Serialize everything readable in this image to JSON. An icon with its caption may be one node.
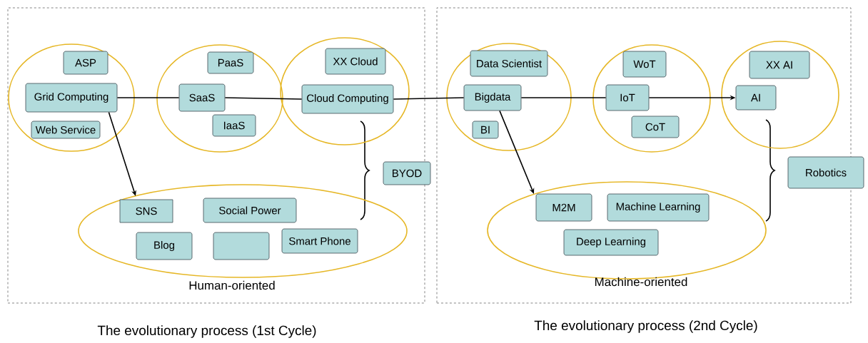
{
  "diagram": {
    "nodes": [
      {
        "text": [
          "The evolutionary process (1st Cycle)"
        ]
      },
      {
        "text": [],
        "shape": "ellipse",
        "in": 0
      },
      {
        "text": [
          "ASP"
        ],
        "in": 1
      },
      {
        "text": [
          "Grid Computing"
        ],
        "in": 1
      },
      {
        "text": [
          "Web Service"
        ],
        "in": 1
      },
      {
        "text": [],
        "shape": "ellipse",
        "in": 0
      },
      {
        "text": [
          "PaaS"
        ],
        "in": 5
      },
      {
        "text": [
          "SaaS"
        ],
        "in": 5
      },
      {
        "text": [
          "IaaS"
        ],
        "in": 5
      },
      {
        "text": [],
        "shape": "ellipse",
        "in": 0
      },
      {
        "text": [
          "XX Cloud"
        ],
        "in": 9
      },
      {
        "text": [
          "Cloud Computing"
        ],
        "in": 9
      },
      {
        "text": [
          "BYOD"
        ]
      },
      {
        "text": [
          "Human-oriented"
        ],
        "in": 0
      },
      {
        "text": [
          "SNS"
        ],
        "in": 13
      },
      {
        "text": [
          "Social Power"
        ],
        "in": 13
      },
      {
        "text": [
          "Blog"
        ],
        "in": 13
      },
      {
        "text": [],
        "shape": "box",
        "in": 13
      },
      {
        "text": [
          "Smart Phone"
        ],
        "in": 13
      },
      {
        "text": [
          "The evolutionary process (2nd Cycle)"
        ]
      },
      {
        "text": [],
        "shape": "ellipse",
        "in": 19
      },
      {
        "text": [
          "Data Scientist"
        ],
        "in": 20
      },
      {
        "text": [
          "Bigdata"
        ],
        "in": 20
      },
      {
        "text": [
          "BI"
        ],
        "in": 20
      },
      {
        "text": [],
        "shape": "ellipse",
        "in": 19
      },
      {
        "text": [
          "WoT"
        ],
        "in": 24
      },
      {
        "text": [
          "IoT"
        ],
        "in": 24
      },
      {
        "text": [
          "CoT"
        ],
        "in": 24
      },
      {
        "text": [],
        "shape": "ellipse",
        "in": 19
      },
      {
        "text": [
          "XX AI"
        ],
        "in": 28
      },
      {
        "text": [
          "AI"
        ],
        "in": 28
      },
      {
        "text": [
          "Robotics"
        ]
      },
      {
        "text": [
          "Machine-oriented"
        ],
        "in": 19
      },
      {
        "text": [
          "M2M"
        ],
        "in": 32
      },
      {
        "text": [
          "Machine Learning"
        ],
        "in": 32
      },
      {
        "text": [
          "Deep Learning"
        ],
        "in": 32
      }
    ],
    "edges": [
      {
        "from": 3,
        "to": 7,
        "arrow": "none"
      },
      {
        "from": 7,
        "to": 11,
        "arrow": "none"
      },
      {
        "from": 11,
        "to": 22,
        "arrow": "none"
      },
      {
        "from": 22,
        "to": 26,
        "arrow": "none"
      },
      {
        "from": 26,
        "to": 30,
        "arrow": "to"
      },
      {
        "from": 3,
        "to": 13,
        "arrow": "to"
      },
      {
        "from": 22,
        "to": 32,
        "arrow": "to"
      }
    ]
  }
}
